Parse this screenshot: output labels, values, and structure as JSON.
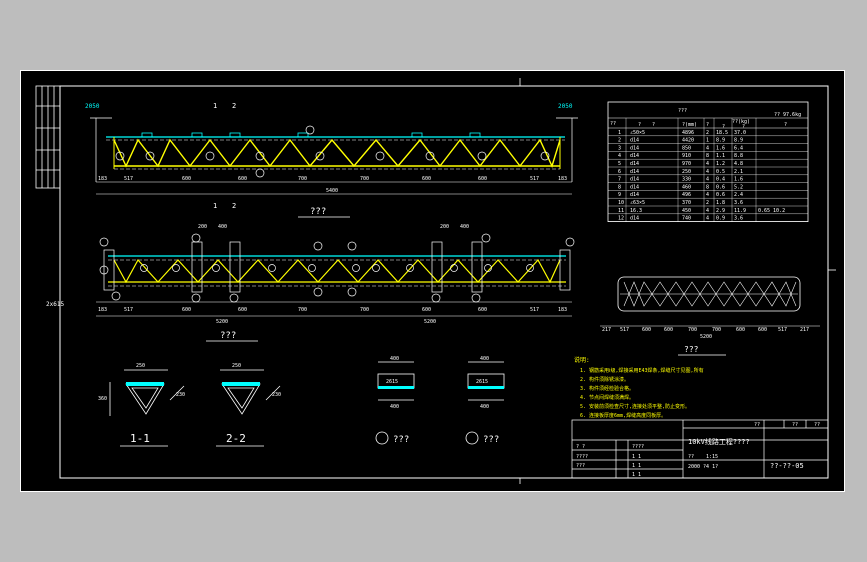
{
  "titles": {
    "elevation": "???",
    "plan": "???",
    "table": "???",
    "sec1": "1-1",
    "sec2": "2-2",
    "detail1": "???",
    "detail2": "???",
    "small_plan": "???",
    "notes": "说明:"
  },
  "section_marks": {
    "a": "1",
    "b": "2"
  },
  "labels_left": {
    "top": "2050",
    "bot": "2x615",
    "top_r": "2050"
  },
  "elev_dims": [
    "183",
    "517",
    "600",
    "600",
    "700",
    "700",
    "600",
    "600",
    "517",
    "183"
  ],
  "elev_total": "5400",
  "plan_dims": [
    "183",
    "517",
    "600",
    "600",
    "700",
    "700",
    "600",
    "600",
    "517",
    "183"
  ],
  "plan_total": "5200",
  "small_dims": [
    "217",
    "517",
    "600",
    "600",
    "700",
    "700",
    "600",
    "600",
    "517",
    "217"
  ],
  "small_total": "5200",
  "plate_top_dims": [
    "200",
    "400",
    "200",
    "400"
  ],
  "sec_dims": {
    "w": "250",
    "w2": "250",
    "h": "360",
    "leg": "230"
  },
  "detail_dims": {
    "w": "400",
    "bar": "2615",
    "base": "400"
  },
  "weight": "?? 97.6kg",
  "table_headers": [
    "??",
    "?",
    "?",
    "?(mm)",
    "?",
    "??(kg)",
    "?"
  ],
  "table_sub": [
    "?",
    "?"
  ],
  "table_rows": [
    [
      "1",
      "∠50×5",
      "4896",
      "2",
      "18.5",
      "37.0",
      ""
    ],
    [
      "2",
      "d14",
      "4420",
      "1",
      "8.9",
      "8.9",
      ""
    ],
    [
      "3",
      "d14",
      "850",
      "4",
      "1.6",
      "6.4",
      ""
    ],
    [
      "4",
      "d14",
      "910",
      "8",
      "1.1",
      "8.8",
      ""
    ],
    [
      "5",
      "d14",
      "970",
      "4",
      "1.2",
      "4.8",
      ""
    ],
    [
      "6",
      "d14",
      "250",
      "4",
      "0.5",
      "2.1",
      ""
    ],
    [
      "7",
      "d14",
      "330",
      "4",
      "0.4",
      "1.6",
      ""
    ],
    [
      "8",
      "d14",
      "460",
      "8",
      "0.6",
      "5.2",
      ""
    ],
    [
      "9",
      "d14",
      "496",
      "4",
      "0.6",
      "2.4",
      ""
    ],
    [
      "10",
      "∠63×5",
      "370",
      "2",
      "1.8",
      "3.6",
      ""
    ],
    [
      "11",
      "16.3",
      "450",
      "4",
      "2.9",
      "11.9",
      "0.65 10.2"
    ],
    [
      "12",
      "d14",
      "740",
      "4",
      "0.9",
      "3.6",
      ""
    ]
  ],
  "notes": [
    "1. 钢筋采用Ⅰ级,焊接采用E43焊条,焊缝尺寸见图,所有",
    "2. 构件须除锈涂漆。",
    "3. 构件须经检验合格。",
    "4. 节点间焊缝须满焊。",
    "5. 安装前须检查尺寸,连接处须平整,防止变形。",
    "6. 连接板厚度6mm,焊缝高度同板厚。"
  ],
  "titleblock": {
    "project": "10kV线路工程????",
    "drawing_no": "??-??-05",
    "r1": [
      "??",
      "?",
      "?",
      "???"
    ],
    "scale": "1:15",
    "date": "2000 ?4 1?",
    "cells": [
      "? ?",
      "????",
      "????",
      "??? ",
      "1 1",
      "1 1",
      "1 1"
    ],
    "top": [
      "??",
      "??",
      "??"
    ]
  }
}
